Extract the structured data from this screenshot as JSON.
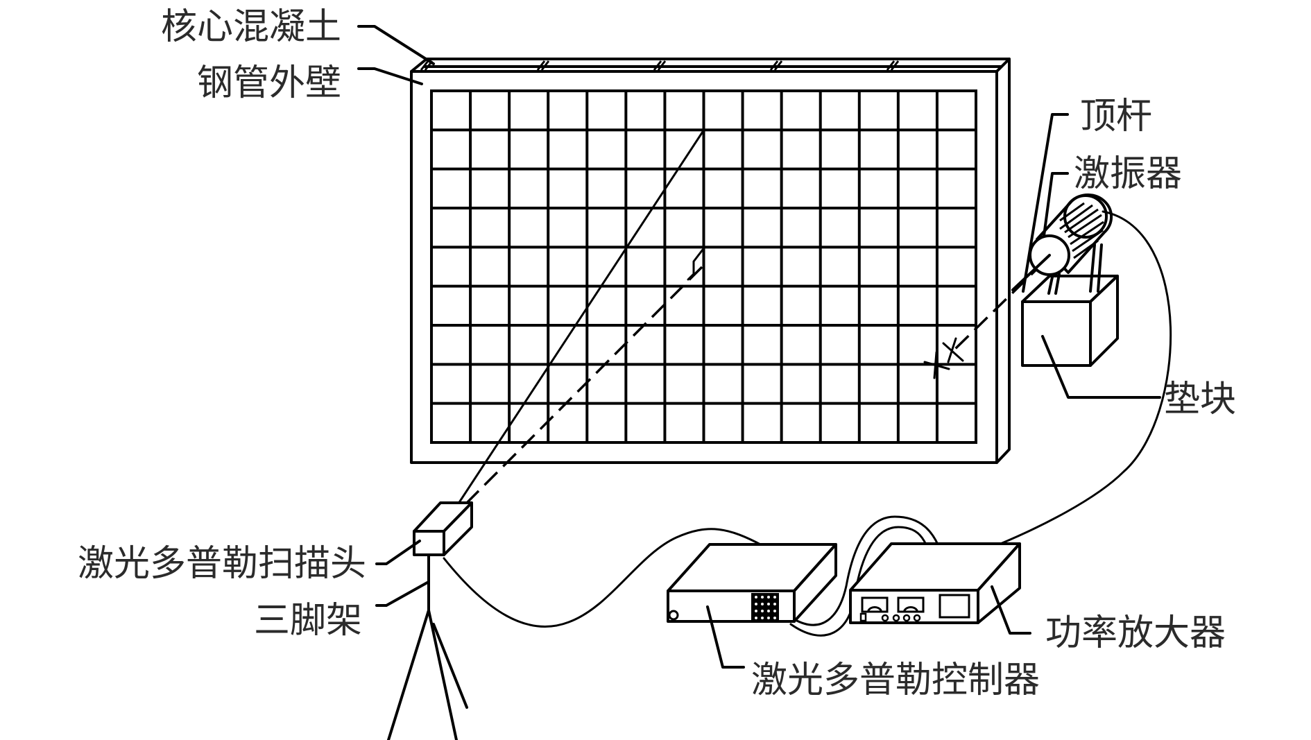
{
  "figure": {
    "description": "Laser Doppler vibration test setup on a concrete-filled steel tube panel",
    "colors": {
      "line": "#000000",
      "label_text": "#2b2b2b",
      "background": "#ffffff"
    }
  },
  "labels": {
    "core_concrete": "核心混凝土",
    "steel_tube_wall": "钢管外壁",
    "push_rod": "顶杆",
    "exciter": "激振器",
    "pad_block": "垫块",
    "laser_scanning_head": "激光多普勒扫描头",
    "tripod": "三脚架",
    "power_amplifier": "功率放大器",
    "laser_controller": "激光多普勒控制器"
  },
  "specimen": {
    "grid_columns": 14,
    "grid_rows": 9,
    "top_segments": 5
  }
}
